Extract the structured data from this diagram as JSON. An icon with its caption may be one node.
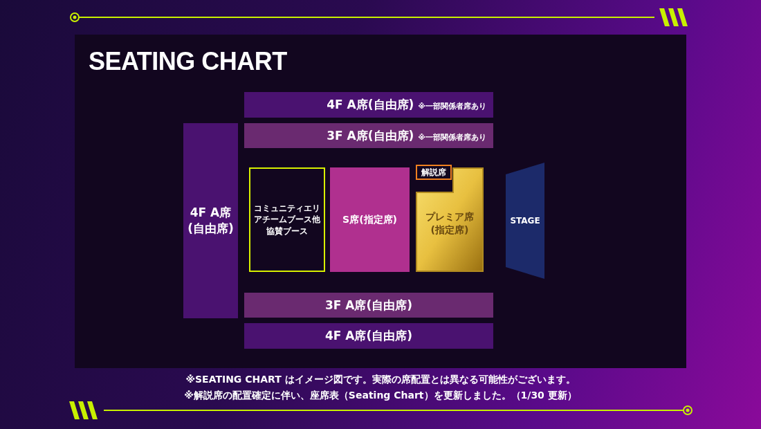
{
  "diagram": {
    "title": "SEATING CHART",
    "nodes": [
      {
        "text": [
          "4F A席(自由席)",
          "※一部関係者席あり"
        ]
      },
      {
        "text": [
          "3F A席(自由席)",
          "※一部関係者席あり"
        ]
      },
      {
        "text": [
          "4F A席 (自由席)"
        ]
      },
      {
        "text": [
          "コミュニティエリアチームブース他協賛ブース"
        ]
      },
      {
        "text": [
          "S席(指定席)"
        ]
      },
      {
        "text": [
          "解説席"
        ]
      },
      {
        "text": [
          "プレミア席(指定席)"
        ]
      },
      {
        "text": [
          "STAGE"
        ]
      },
      {
        "text": [
          "3F A席(自由席)"
        ]
      },
      {
        "text": [
          "4F A席(自由席)"
        ]
      }
    ],
    "labels": [
      "※SEATING CHART はイメージ図です。実際の席配置とは異なる可能性がございます。",
      "※解説席の配置確定に伴い、座席表（Seating Chart）を更新しました。（1/30 更新）"
    ]
  }
}
